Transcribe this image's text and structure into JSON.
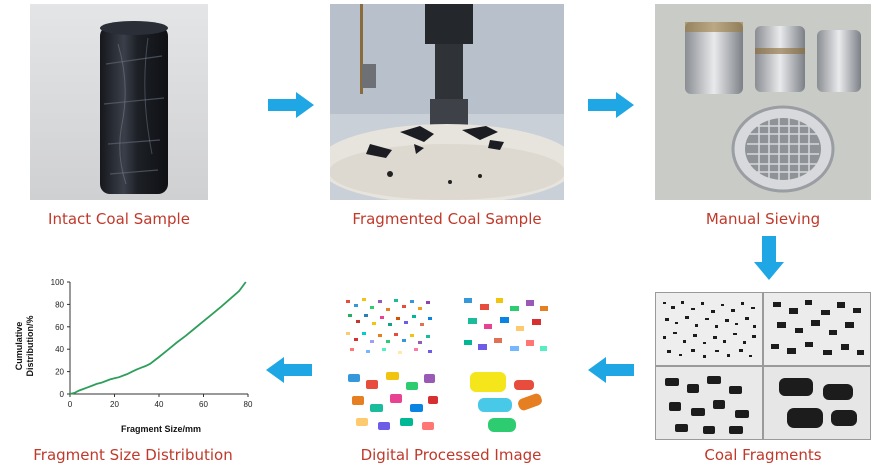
{
  "steps": {
    "intact": "Intact Coal Sample",
    "fragmented": "Fragmented Coal Sample",
    "sieving": "Manual Sieving",
    "fragments": "Coal Fragments",
    "processed": "Digital Processed Image",
    "distribution": "Fragment Size Distribution"
  },
  "colors": {
    "caption": "#c0392b",
    "arrow": "#1ea7e4",
    "curve": "#2e9e5b"
  },
  "chart_data": {
    "type": "line",
    "xlabel": "Fragment Size/mm",
    "ylabel": "Cumulative Distribution/%",
    "xlim": [
      0,
      80
    ],
    "ylim": [
      0,
      100
    ],
    "xticks": [
      "0",
      "20",
      "40",
      "60",
      "80"
    ],
    "yticks": [
      "0",
      "20",
      "40",
      "60",
      "80",
      "100"
    ],
    "grid": false,
    "series": [
      {
        "x": [
          0,
          2,
          4,
          6,
          8,
          10,
          12,
          14,
          16,
          18,
          20,
          22,
          24,
          26,
          28,
          30,
          32,
          34,
          36,
          38,
          40,
          44,
          48,
          52,
          56,
          60,
          64,
          68,
          72,
          76,
          79
        ],
        "y": [
          0,
          1,
          3,
          4.5,
          6,
          7.5,
          9,
          10,
          11.5,
          13,
          14,
          15,
          16.5,
          18,
          20,
          22,
          23.5,
          25,
          27,
          30,
          33,
          39.5,
          46,
          52,
          58.5,
          65,
          71.5,
          78,
          85,
          92,
          100
        ]
      }
    ]
  }
}
